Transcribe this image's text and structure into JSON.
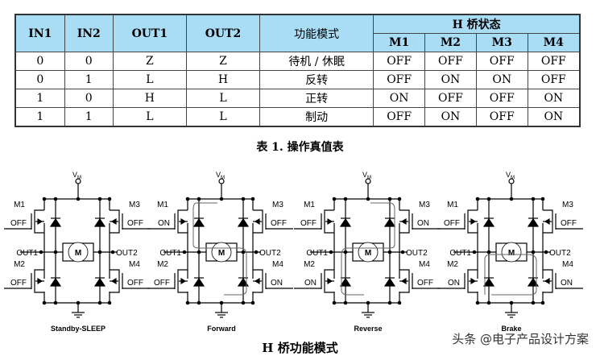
{
  "table": {
    "headers": [
      "IN1",
      "IN2",
      "OUT1",
      "OUT2",
      "功能模式"
    ],
    "bridge_header": "H 桥状态",
    "sub_headers": [
      "M1",
      "M2",
      "M3",
      "M4"
    ],
    "rows": [
      [
        "0",
        "0",
        "Z",
        "Z",
        "待机 / 休眠",
        "OFF",
        "OFF",
        "OFF",
        "OFF"
      ],
      [
        "0",
        "1",
        "L",
        "H",
        "反转",
        "OFF",
        "ON",
        "ON",
        "OFF"
      ],
      [
        "1",
        "0",
        "H",
        "L",
        "正转",
        "ON",
        "OFF",
        "OFF",
        "ON"
      ],
      [
        "1",
        "1",
        "L",
        "L",
        "制动",
        "OFF",
        "ON",
        "OFF",
        "ON"
      ]
    ]
  },
  "table_caption": "表 1. 操作真值表",
  "diagrams": [
    {
      "caption": "Standby-SLEEP",
      "states": [
        "OFF",
        "OFF",
        "OFF",
        "OFF"
      ],
      "path": "none"
    },
    {
      "caption": "Forward",
      "states": [
        "ON",
        "OFF",
        "OFF",
        "ON"
      ],
      "path": "forward"
    },
    {
      "caption": "Reverse",
      "states": [
        "OFF",
        "ON",
        "ON",
        "OFF"
      ],
      "path": "reverse"
    },
    {
      "caption": "Brake",
      "states": [
        "OFF",
        "ON",
        "OFF",
        "ON"
      ],
      "path": "brake"
    }
  ],
  "labels": {
    "vm": "V",
    "vm_sub": "M",
    "motor": "M",
    "out1": "OUT1",
    "out2": "OUT2",
    "m1": "M1",
    "m2": "M2",
    "m3": "M3",
    "m4": "M4"
  },
  "figure_caption": "H 桥功能模式",
  "watermark": "头条 @电子产品设计方案"
}
